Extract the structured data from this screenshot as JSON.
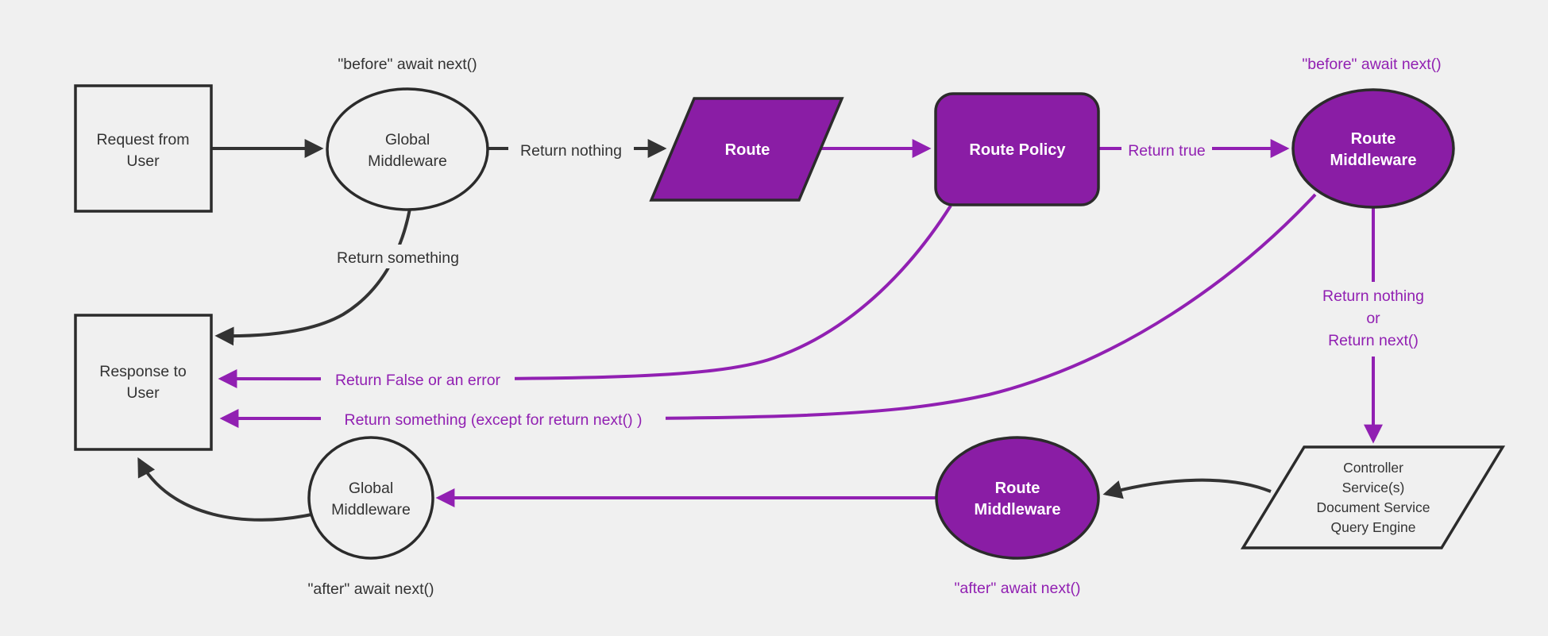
{
  "background": "#f0f0f0",
  "colors": {
    "purple_fill": "#8a1da5",
    "purple_accent": "#9120b2",
    "black_line": "#333333",
    "node_fill": "#f0f0f0",
    "node_stroke": "#2b2b2b",
    "dark_text": "#333333",
    "white_text": "#ffffff"
  },
  "nodes": {
    "request_from_user": {
      "line1": "Request from",
      "line2": "User"
    },
    "global_middleware_top": {
      "line1": "Global",
      "line2": "Middleware"
    },
    "route": {
      "label": "Route"
    },
    "route_policy": {
      "label": "Route Policy"
    },
    "route_middleware_top": {
      "line1": "Route",
      "line2": "Middleware"
    },
    "controller_stack": {
      "line1": "Controller",
      "line2": "Service(s)",
      "line3": "Document Service",
      "line4": "Query Engine"
    },
    "route_middleware_bottom": {
      "line1": "Route",
      "line2": "Middleware"
    },
    "global_middleware_bottom": {
      "line1": "Global",
      "line2": "Middleware"
    },
    "response_to_user": {
      "line1": "Response to",
      "line2": "User"
    }
  },
  "annotations": {
    "before_await_global": "\"before\" await next()",
    "before_await_route": "\"before\" await next()",
    "after_await_route": "\"after\" await next()",
    "after_await_global": "\"after\" await next()"
  },
  "edge_labels": {
    "return_nothing": "Return nothing",
    "return_true": "Return true",
    "return_something": "Return something",
    "return_false_or_error": "Return False or an error",
    "return_something_except": "Return something (except for return next() )",
    "return_nothing_or_1": "Return nothing",
    "return_nothing_or_2": "or",
    "return_nothing_or_3": "Return next()"
  }
}
